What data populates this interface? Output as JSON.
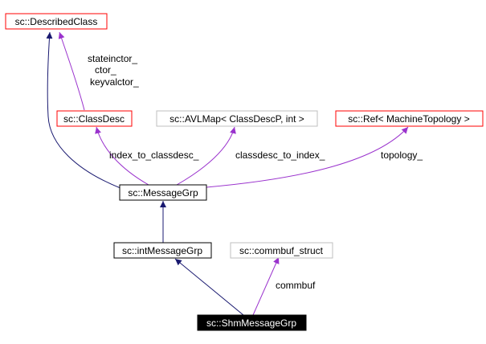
{
  "colors": {
    "inheritance_edge": "#191970",
    "usage_edge": "#9a32cd",
    "red_border": "#ff0000",
    "gray_border": "#bfbfbf",
    "black": "#000000",
    "white": "#ffffff"
  },
  "nodes": {
    "described_class": "sc::DescribedClass",
    "class_desc": "sc::ClassDesc",
    "avl_map": "sc::AVLMap< ClassDescP, int >",
    "ref_machine_topology": "sc::Ref< MachineTopology >",
    "message_grp": "sc::MessageGrp",
    "int_message_grp": "sc::intMessageGrp",
    "commbuf_struct": "sc::commbuf_struct",
    "shm_message_grp": "sc::ShmMessageGrp"
  },
  "edge_labels": {
    "stateinctor": "stateinctor_",
    "ctor": "ctor_",
    "keyvalctor": "keyvalctor_",
    "index_to_classdesc": "index_to_classdesc_",
    "classdesc_to_index": "classdesc_to_index_",
    "topology": "topology_",
    "commbuf": "commbuf"
  }
}
